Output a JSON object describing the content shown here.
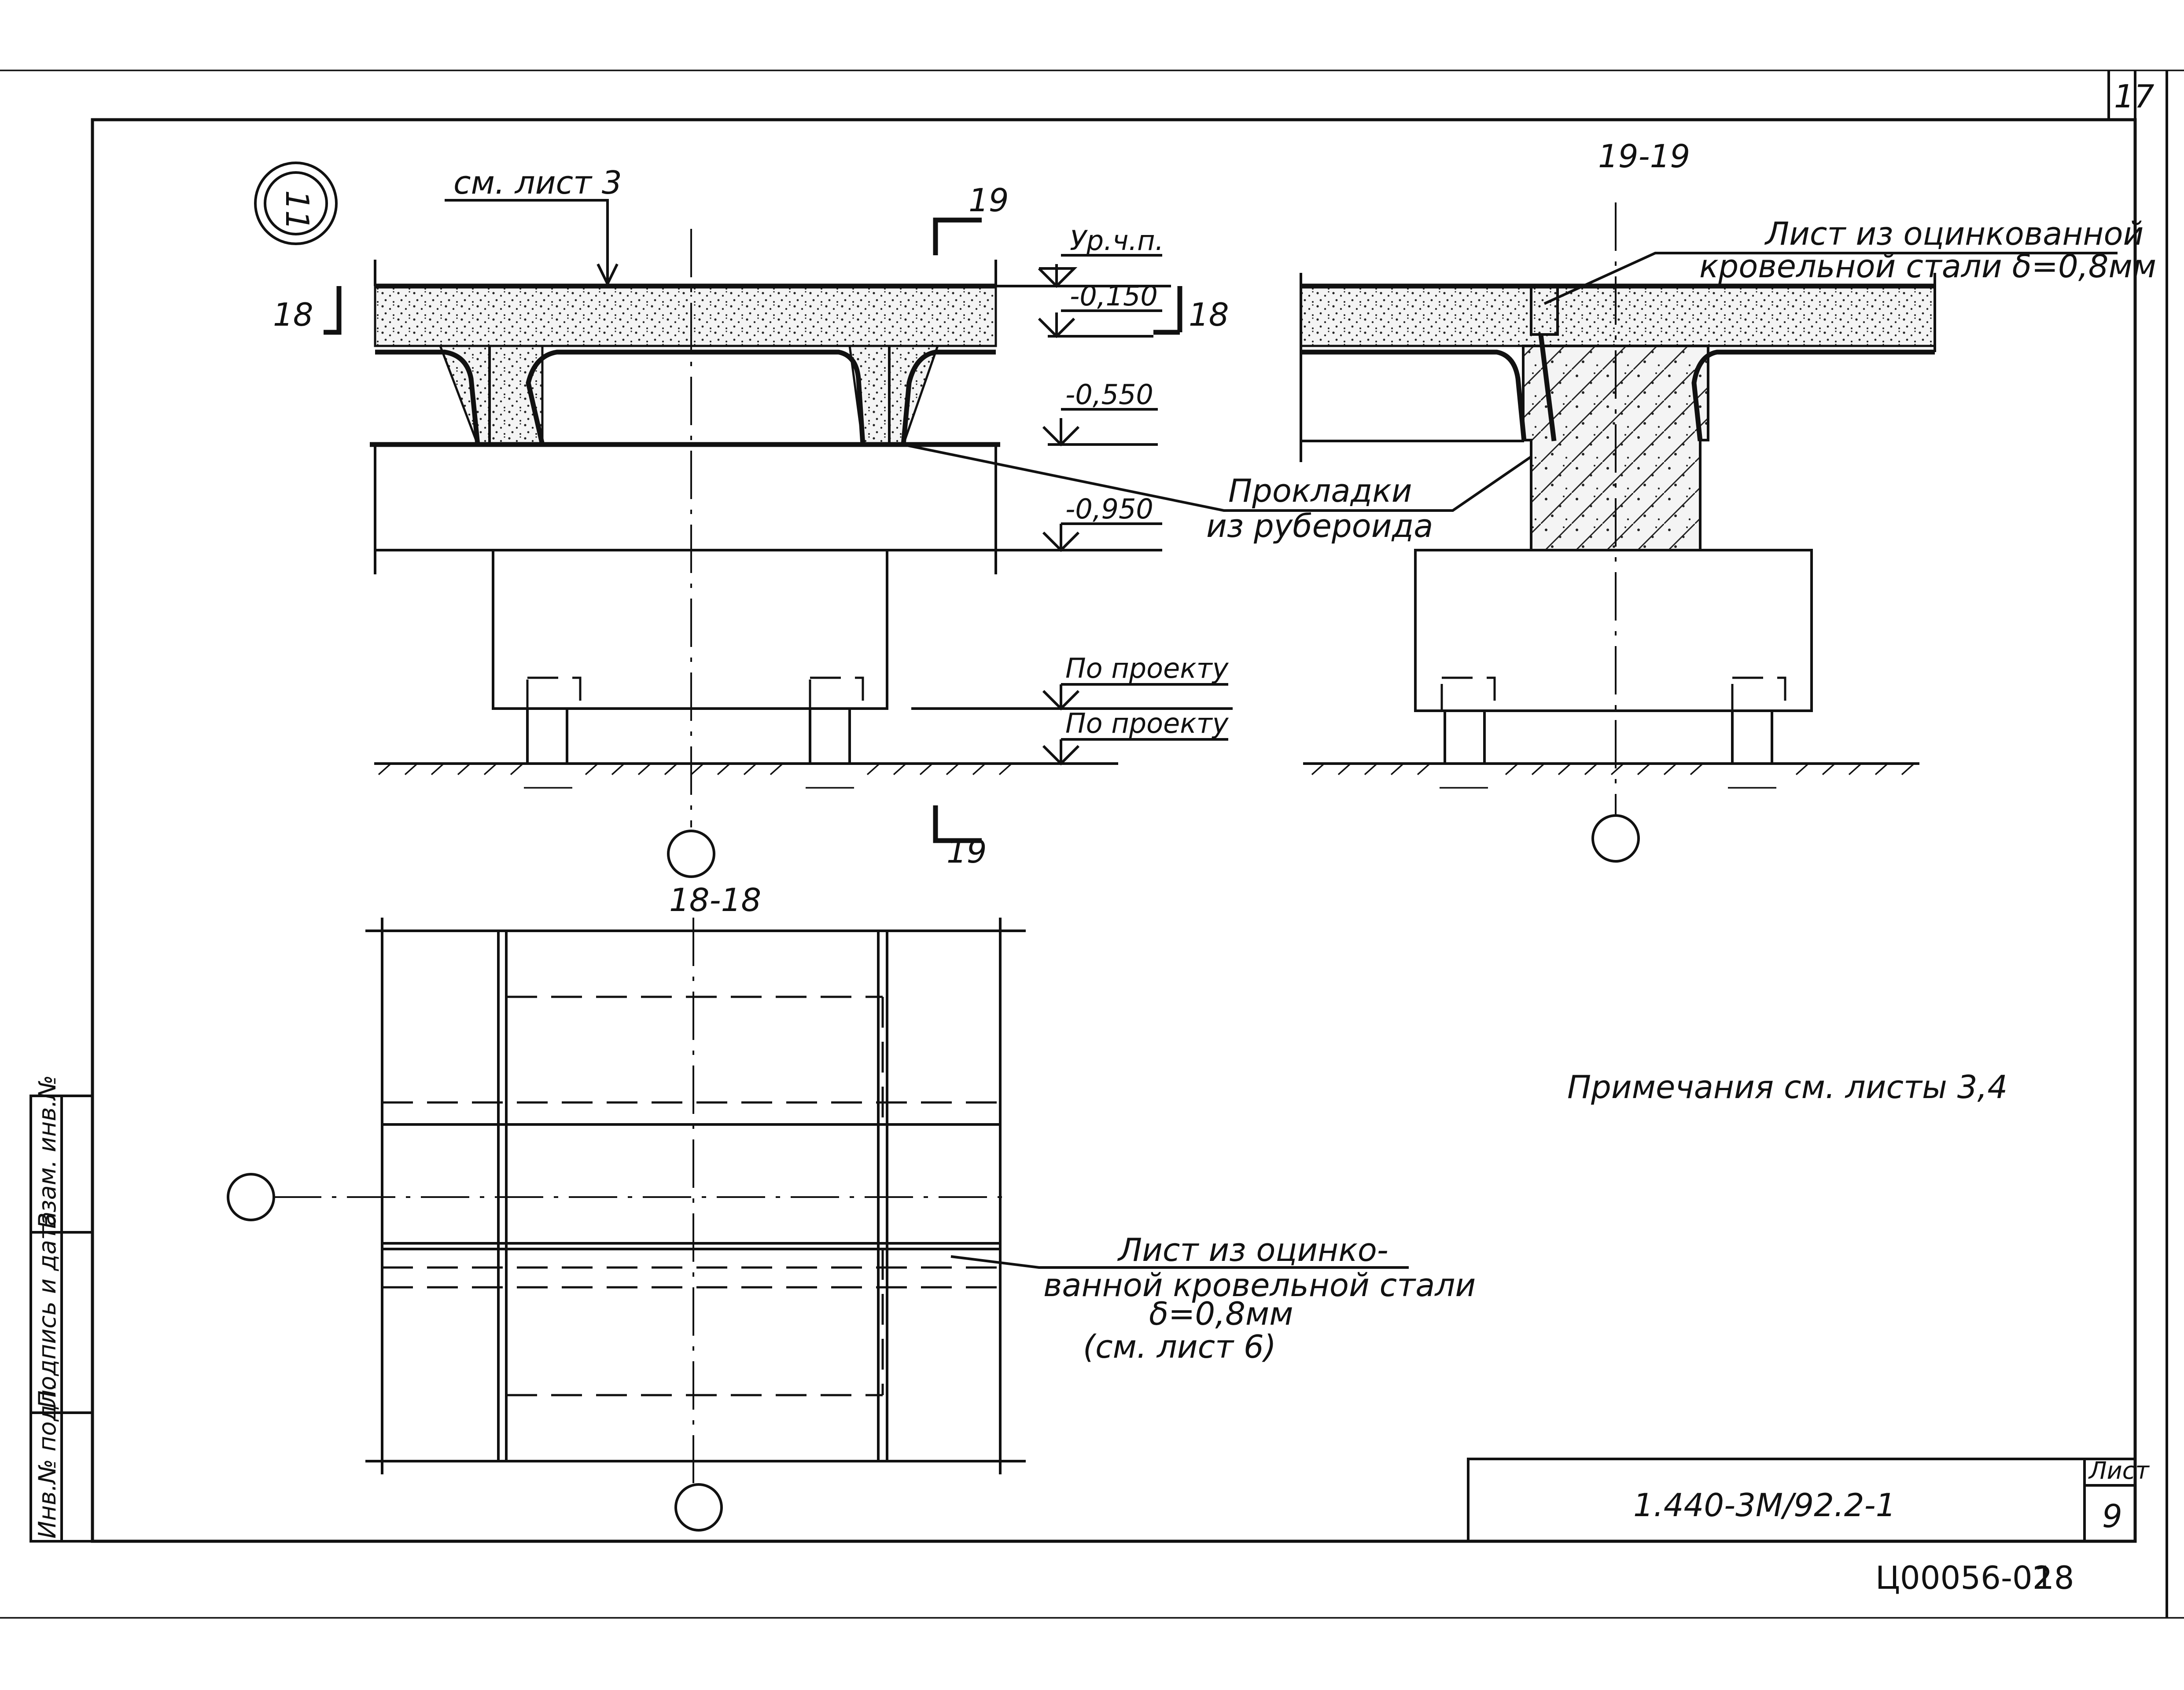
{
  "sheet_corner_number": "17",
  "view_marker": "11",
  "sections": {
    "elevation": {
      "ref_label": "см. лист 3",
      "section_mark_number": "19",
      "cut_18_left": "18",
      "cut_18_right": "18",
      "level_floor": "Ур.ч.п.",
      "level_1": "-0,150",
      "level_2": "-0,550",
      "level_3": "-0,950",
      "level_proj_1": "По проекту",
      "level_proj_2": "По проекту",
      "pads_line1": "Прокладки",
      "pads_line2": "из рубероида",
      "section_mark_number_bottom": "19"
    },
    "section_19": {
      "title": "19-19",
      "sheet_line1": "Лист из оцинкованной",
      "sheet_line2": "кровельной стали δ=0,8мм"
    },
    "plan_18": {
      "title": "18-18",
      "sheet_line1": "Лист из оцинко-",
      "sheet_line2": "ванной кровельной стали",
      "sheet_line3": "δ=0,8мм",
      "sheet_line4": "(см. лист 6)"
    }
  },
  "notes": "Примечания см. листы 3,4",
  "side_stamp": [
    "Инв.№ подл.",
    "Подпись и дата",
    "Взам. инв.№"
  ],
  "title_block": {
    "code": "1.440-3М/92.2-1",
    "sheet_label": "Лист",
    "sheet_number": "9"
  },
  "archive_code": "Ц00056-02",
  "archive_page": "18"
}
